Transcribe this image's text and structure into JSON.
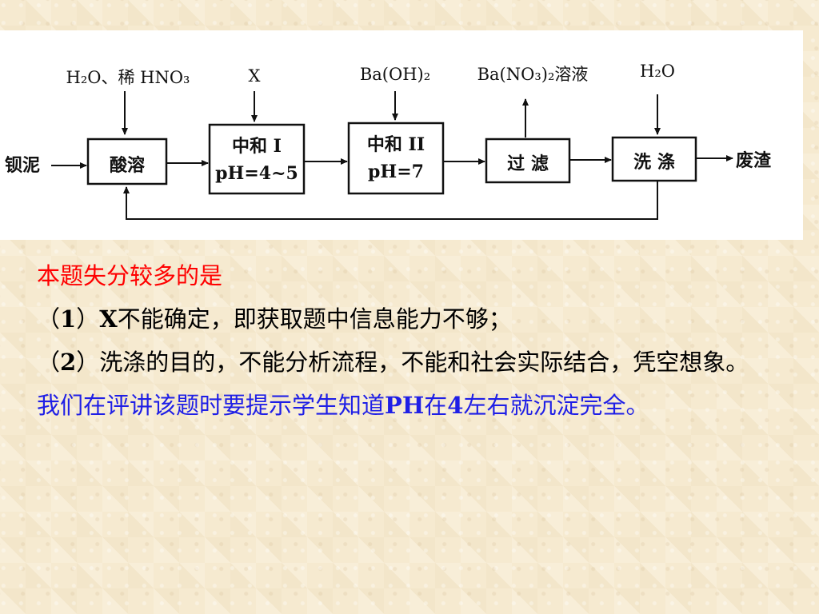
{
  "diagram": {
    "inputs": {
      "acid_dissolve_inputs": "H₂O、稀 HNO₃",
      "neutralize1_input": "X",
      "neutralize2_input": "Ba(OH)₂",
      "filter_output": "Ba(NO₃)₂溶液",
      "wash_input": "H₂O"
    },
    "start": "钡泥",
    "end": "废渣",
    "boxes": {
      "acid_dissolve": "酸溶",
      "neutralize1_title": "中和 I",
      "neutralize1_ph": "pH=4~5",
      "neutralize2_title": "中和 II",
      "neutralize2_ph": "pH=7",
      "filter": "过 滤",
      "wash": "洗 涤"
    }
  },
  "notes": {
    "heading": "本题失分较多的是",
    "item1_prefix": "（",
    "item1_num": "1",
    "item1_mid": "）",
    "item1_x": "X",
    "item1_text": "不能确定，即获取题中信息能力不够；",
    "item2_prefix": "（",
    "item2_num": "2",
    "item2_mid": "）",
    "item2_text": "洗涤的目的，不能分析流程，不能和社会实际结合，凭空想象。",
    "tip_a": "我们在评讲该题时要提示学生知道",
    "tip_ph": "PH",
    "tip_b": "在",
    "tip_num": "4",
    "tip_c": "左右就沉淀完全。"
  },
  "colors": {
    "heading": "#ff0000",
    "tip": "#1f1fe6",
    "body": "#000000"
  }
}
